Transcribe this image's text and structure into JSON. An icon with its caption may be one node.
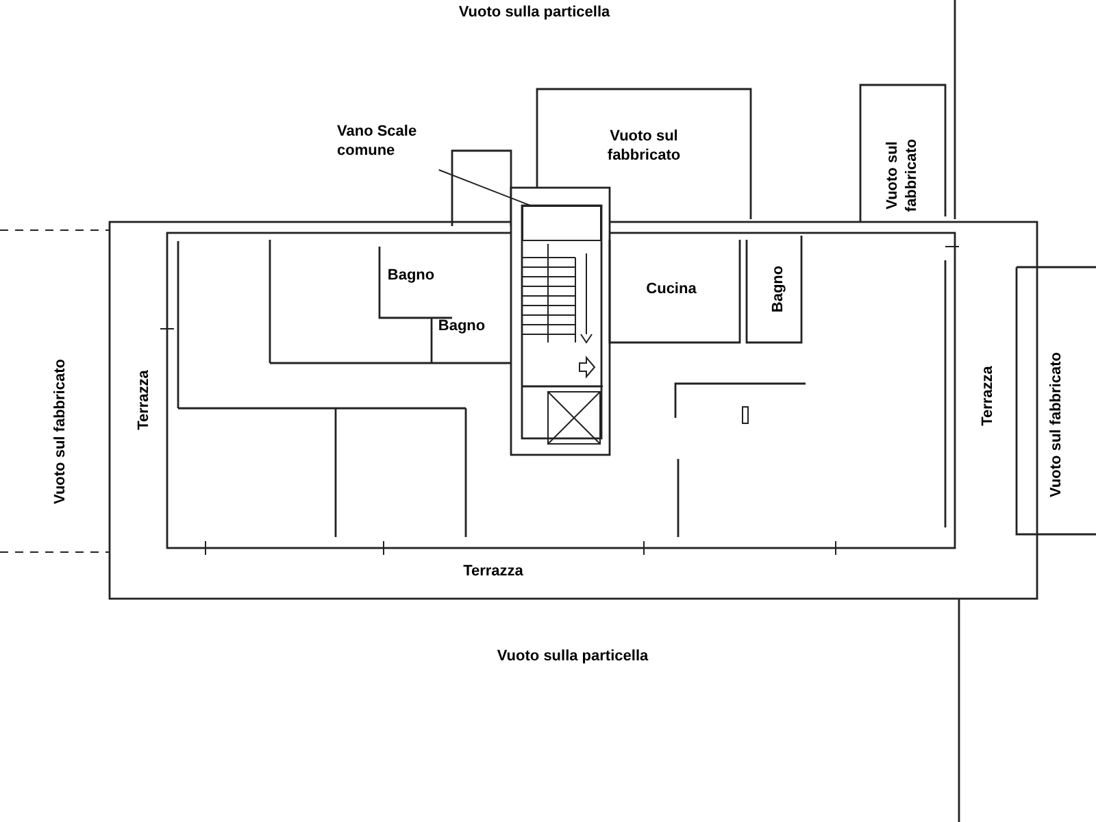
{
  "diagram": {
    "nodes": [
      {
        "text": [
          "Vano Scale comune"
        ]
      },
      {
        "text": [],
        "shape": "box"
      }
    ],
    "edges": [
      {
        "from": 0,
        "to": 1,
        "arrow": "none"
      }
    ],
    "labels": [
      "Vuoto sulla particella",
      "Vuoto sul fabbricato",
      "Vuoto sul fabbricato",
      "Bagno",
      "Cucina",
      "Bagno",
      "Bagno",
      "Vuoto sul fabbricato",
      "Terrazza",
      "Terrazza",
      "Vuoto sul fabbricato",
      "Terrazza",
      "Vuoto sulla particella"
    ]
  }
}
